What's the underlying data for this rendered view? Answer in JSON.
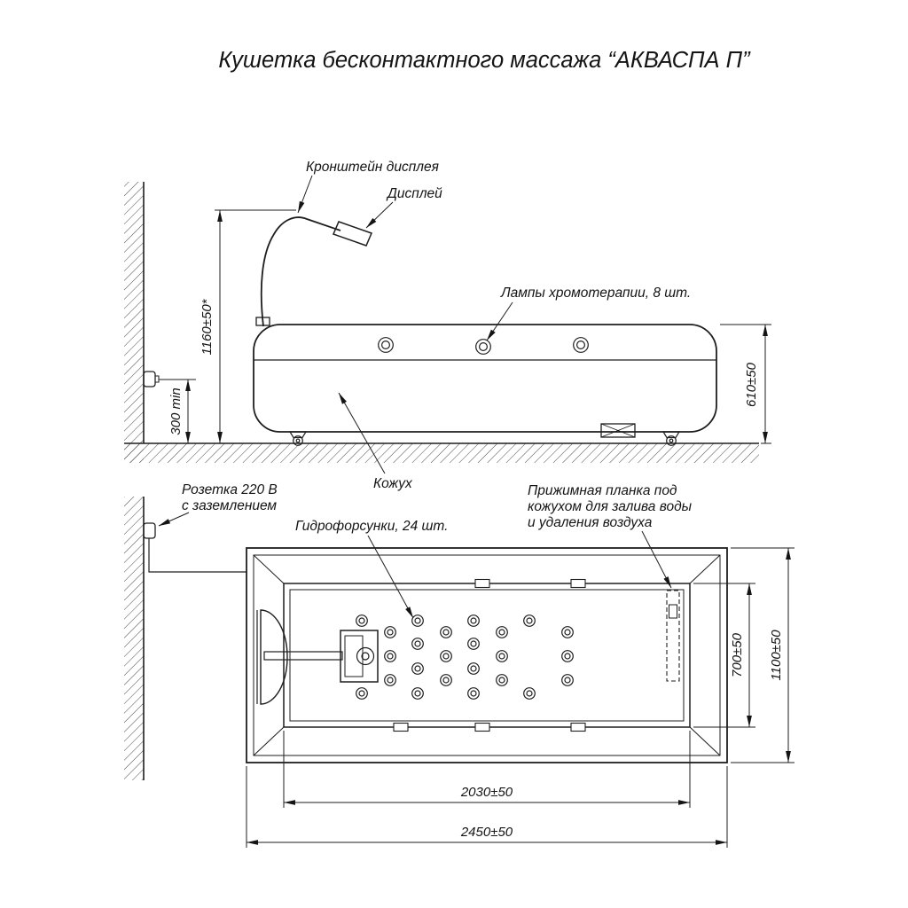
{
  "title": "Кушетка бесконтактного массажа “АКВАСПА П”",
  "side_view": {
    "label_bracket": "Кронштейн дисплея",
    "label_display": "Дисплей",
    "label_lamps": "Лампы хромотерапии, 8 шт.",
    "label_casing": "Кожух",
    "dim_display_height": "1160±50*",
    "dim_socket_height": "300 min",
    "dim_couch_height": "610±50"
  },
  "plan_view": {
    "label_socket_line1": "Розетка 220 В",
    "label_socket_line2": "с заземлением",
    "label_nozzles": "Гидрофорсунки, 24 шт.",
    "label_bar_line1": "Прижимная планка под",
    "label_bar_line2": "кожухом для залива воды",
    "label_bar_line3": "и удаления воздуха",
    "dim_inner_width": "700±50",
    "dim_outer_width": "1100±50",
    "dim_inner_length": "2030±50",
    "dim_outer_length": "2450±50"
  }
}
